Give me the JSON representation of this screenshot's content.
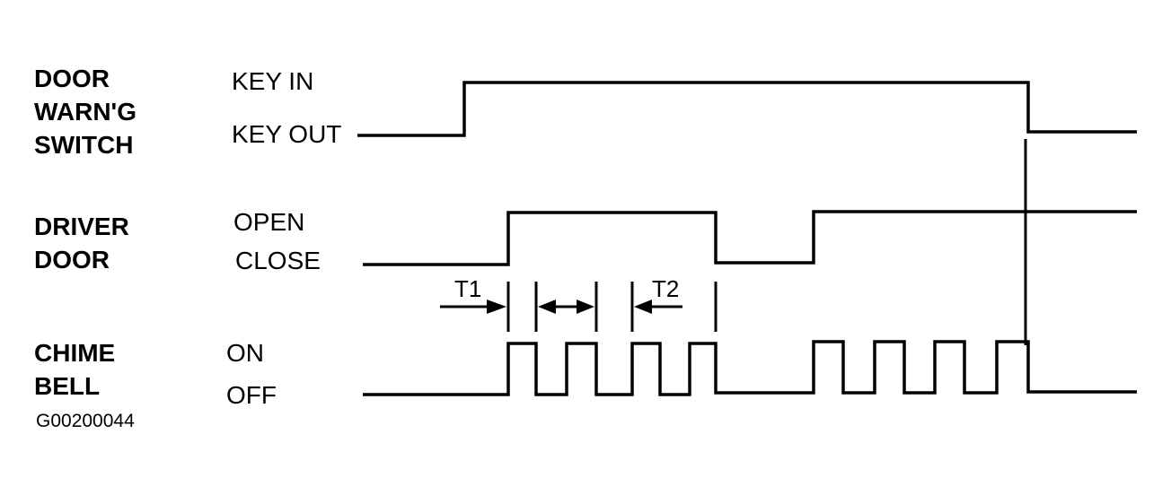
{
  "signals": [
    {
      "id": "door_warning_switch",
      "name_lines": [
        "DOOR",
        "WARN'G",
        "SWITCH"
      ],
      "high_label": "KEY IN",
      "low_label": "KEY OUT"
    },
    {
      "id": "driver_door",
      "name_lines": [
        "DRIVER",
        "DOOR"
      ],
      "high_label": "OPEN",
      "low_label": "CLOSE"
    },
    {
      "id": "chime_bell",
      "name_lines": [
        "CHIME",
        "BELL"
      ],
      "high_label": "ON",
      "low_label": "OFF"
    }
  ],
  "timing_labels": {
    "t1": "T1",
    "t2": "T2"
  },
  "figure_code": "G00200044"
}
